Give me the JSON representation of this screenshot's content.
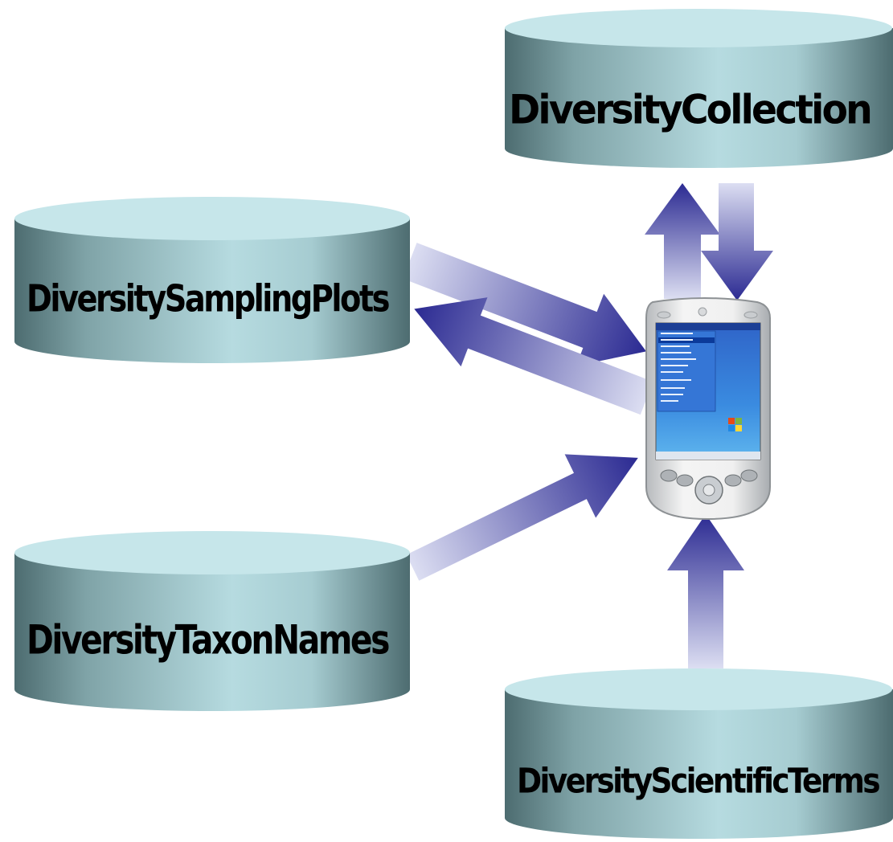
{
  "diagram": {
    "databases": [
      {
        "id": "collection",
        "label": "DiversityCollection"
      },
      {
        "id": "sampling",
        "label": "DiversitySamplingPlots"
      },
      {
        "id": "taxon",
        "label": "DiversityTaxonNames"
      },
      {
        "id": "terms",
        "label": "DiversityScientificTerms"
      }
    ],
    "device": {
      "type": "pocket-pc",
      "icon": "pda-device-icon"
    },
    "connections": [
      {
        "from": "device",
        "to": "collection",
        "direction": "up"
      },
      {
        "from": "collection",
        "to": "device",
        "direction": "down"
      },
      {
        "from": "sampling",
        "to": "device",
        "direction": "right"
      },
      {
        "from": "device",
        "to": "sampling",
        "direction": "left"
      },
      {
        "from": "taxon",
        "to": "device",
        "direction": "right"
      },
      {
        "from": "terms",
        "to": "device",
        "direction": "up"
      }
    ],
    "colors": {
      "cylinder_top": "#c6e6ea",
      "cylinder_body_light": "#b8dde2",
      "cylinder_body_dark": "#4d6c70",
      "arrow_dark": "#2b2a92",
      "arrow_light": "#d6d8f0"
    }
  }
}
